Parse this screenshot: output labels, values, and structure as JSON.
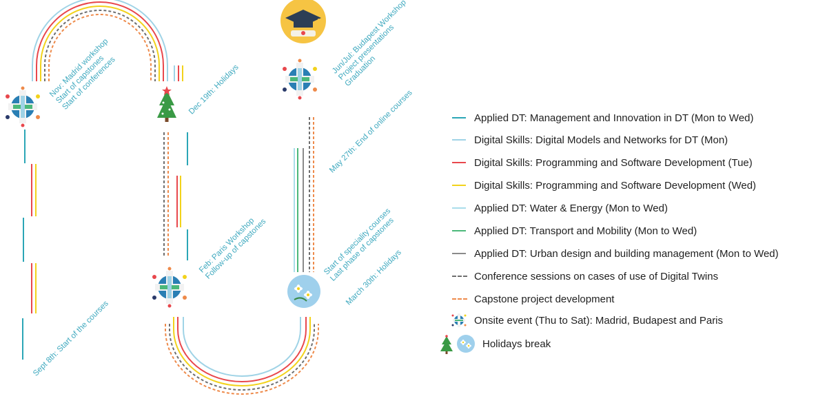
{
  "colors": {
    "management": "#2aa6b6",
    "digital_models": "#9fd3e6",
    "prog_tue": "#e8474c",
    "prog_wed": "#f2d21b",
    "water": "#a9ddea",
    "transport": "#4bb87a",
    "urban": "#8a8a8a",
    "conference": "#6e6e6e",
    "capstone": "#ee8a4a",
    "label": "#3fa9bf"
  },
  "milestones": {
    "sept": "Sept 8th: Start of the courses",
    "nov": [
      "Nov: Madrid workshop",
      "Start of capstones",
      "Start of conferences"
    ],
    "dec": "Dec 19th: Holidays",
    "feb": [
      "Feb: Paris Workshop",
      "Follow-up of capstones"
    ],
    "march_spec": [
      "Start of speciality courses",
      "Last phase of capstones"
    ],
    "march_hol": "March 30th: Holidays",
    "may": "May 27th: End of online courses",
    "jun": [
      "Jun/Jul: Budapest Workshop",
      "Project presentations",
      "Graduation"
    ]
  },
  "legend": [
    {
      "type": "line",
      "color_key": "management",
      "label": "Applied DT: Management and Innovation in DT (Mon to Wed)"
    },
    {
      "type": "line",
      "color_key": "digital_models",
      "label": "Digital Skills: Digital Models and Networks for DT (Mon)"
    },
    {
      "type": "line",
      "color_key": "prog_tue",
      "label": "Digital Skills:  Programming and Software Development (Tue)"
    },
    {
      "type": "line",
      "color_key": "prog_wed",
      "label": "Digital Skills: Programming and Software Development (Wed)"
    },
    {
      "type": "line",
      "color_key": "water",
      "label": "Applied DT: Water & Energy (Mon to Wed)"
    },
    {
      "type": "line",
      "color_key": "transport",
      "label": "Applied DT: Transport and Mobility (Mon to Wed)"
    },
    {
      "type": "line",
      "color_key": "urban",
      "label": "Applied DT: Urban design and building management (Mon to Wed)"
    },
    {
      "type": "dash",
      "color_key": "conference",
      "label": "Conference sessions on cases of use of Digital Twins"
    },
    {
      "type": "dash",
      "color_key": "capstone",
      "label": "Capstone project development"
    },
    {
      "type": "event",
      "label": "Onsite event (Thu to Sat): Madrid, Budapest and Paris"
    },
    {
      "type": "holiday",
      "label": "Holidays break"
    }
  ]
}
